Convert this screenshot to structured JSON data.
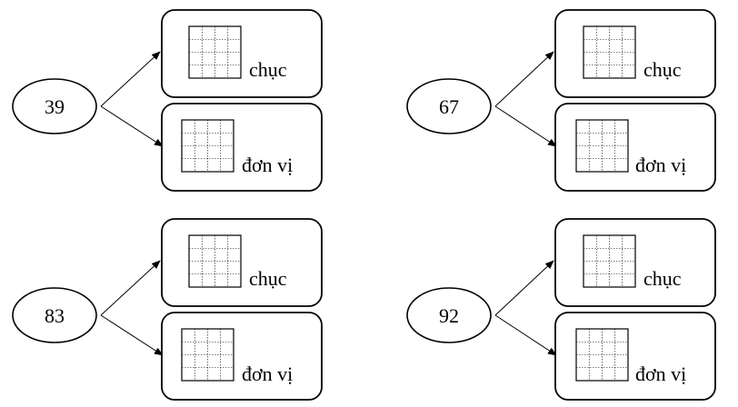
{
  "labels": {
    "tens": "chục",
    "ones": "đơn vị"
  },
  "problems": [
    {
      "number": "39"
    },
    {
      "number": "67"
    },
    {
      "number": "83"
    },
    {
      "number": "92"
    }
  ]
}
